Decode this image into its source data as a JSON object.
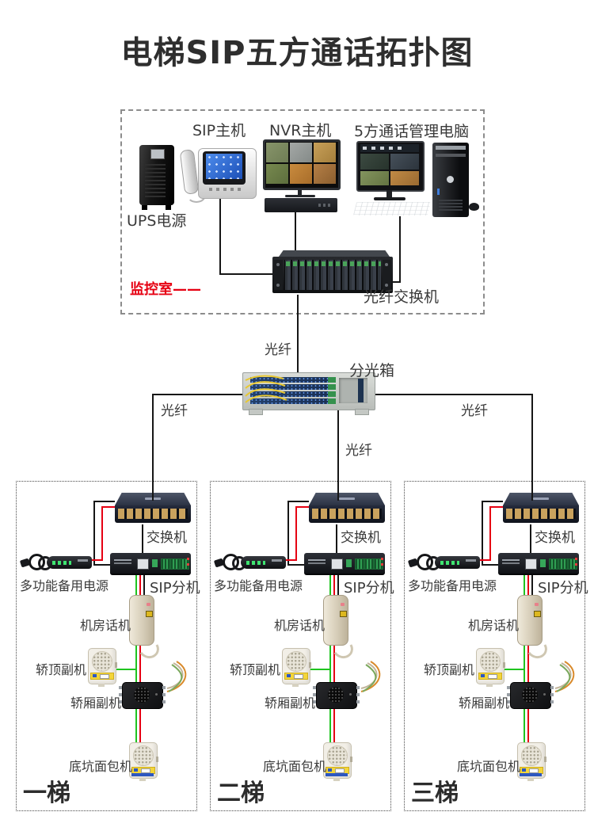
{
  "title": "电梯SIP五方通话拓扑图",
  "monitoring_room": {
    "room_label": "监控室——",
    "ups_label": "UPS电源",
    "sip_host_label": "SIP主机",
    "nvr_label": "NVR主机",
    "pc_label": "5方通话管理电脑",
    "fiber_switch_label": "光纤交换机"
  },
  "backbone": {
    "fiber_top": "光纤",
    "fiber_left": "光纤",
    "fiber_mid": "光纤",
    "fiber_right": "光纤",
    "splitter": "分光箱"
  },
  "sections": [
    {
      "name": "一梯",
      "switch": "交换机",
      "backup_power": "多功能备用电源",
      "sip_ext": "SIP分机",
      "machine_phone": "机房话机",
      "car_top": "轿顶副机",
      "car_cabin": "轿厢副机",
      "pit": "底坑面包机"
    },
    {
      "name": "二梯",
      "switch": "交换机",
      "backup_power": "多功能备用电源",
      "sip_ext": "SIP分机",
      "machine_phone": "机房话机",
      "car_top": "轿顶副机",
      "car_cabin": "轿厢副机",
      "pit": "底坑面包机"
    },
    {
      "name": "三梯",
      "switch": "交换机",
      "backup_power": "多功能备用电源",
      "sip_ext": "SIP分机",
      "machine_phone": "机房话机",
      "car_top": "轿顶副机",
      "car_cabin": "轿厢副机",
      "pit": "底坑面包机"
    }
  ],
  "colors": {
    "fiber_line": "#161616",
    "power_line_red": "#e60012",
    "signal_line_green": "#1fc41f",
    "room_label_red": "#e60012"
  }
}
